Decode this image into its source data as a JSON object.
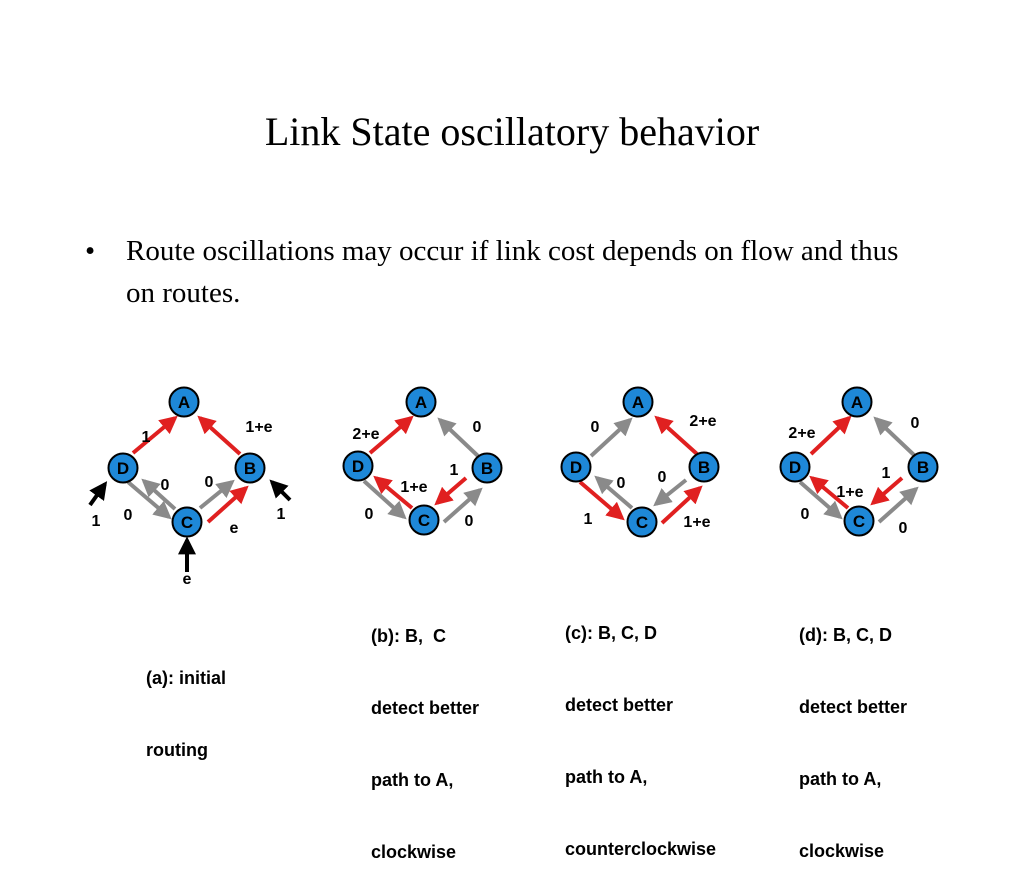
{
  "slide": {
    "title": "Link State oscillatory behavior",
    "bullet": "Route oscillations may occur if link cost depends on flow and thus on routes."
  },
  "colors": {
    "node_fill": "#1e88d8",
    "node_stroke": "#000000",
    "red_arrow": "#e02020",
    "gray_arrow": "#8a8a8a",
    "black_arrow": "#000000"
  },
  "panels": [
    {
      "id": "a",
      "nodes": [
        "A",
        "B",
        "C",
        "D"
      ],
      "costs": {
        "DA": "1",
        "AB": "1+e",
        "DC_up": "0",
        "CB_up": "0",
        "DC_low": "0",
        "CB_low": "e",
        "D_in": "1",
        "B_in": "1",
        "C_in": "e"
      },
      "caption": [
        "(a): initial",
        "routing"
      ]
    },
    {
      "id": "b",
      "nodes": [
        "A",
        "B",
        "C",
        "D"
      ],
      "costs": {
        "DA": "2+e",
        "AB": "0",
        "CD": "1+e",
        "BC": "1",
        "DC_low": "0",
        "CB_low": "0"
      },
      "caption": [
        "(b): B,  C",
        "detect better",
        "path to A,",
        "clockwise"
      ]
    },
    {
      "id": "c",
      "nodes": [
        "A",
        "B",
        "C",
        "D"
      ],
      "costs": {
        "DA": "0",
        "AB": "2+e",
        "DC_up": "0",
        "BC": "0",
        "DC_low": "1",
        "CB_low": "1+e"
      },
      "caption": [
        "(c): B, C, D",
        "detect better",
        "path to A,",
        "counterclockwise"
      ]
    },
    {
      "id": "d",
      "nodes": [
        "A",
        "B",
        "C",
        "D"
      ],
      "costs": {
        "DA": "2+e",
        "AB": "0",
        "CD": "1+e",
        "BC": "1",
        "DC_low": "0",
        "CB_low": "0"
      },
      "caption": [
        "(d): B, C, D",
        "detect better",
        "path to A,",
        "clockwise"
      ]
    }
  ]
}
